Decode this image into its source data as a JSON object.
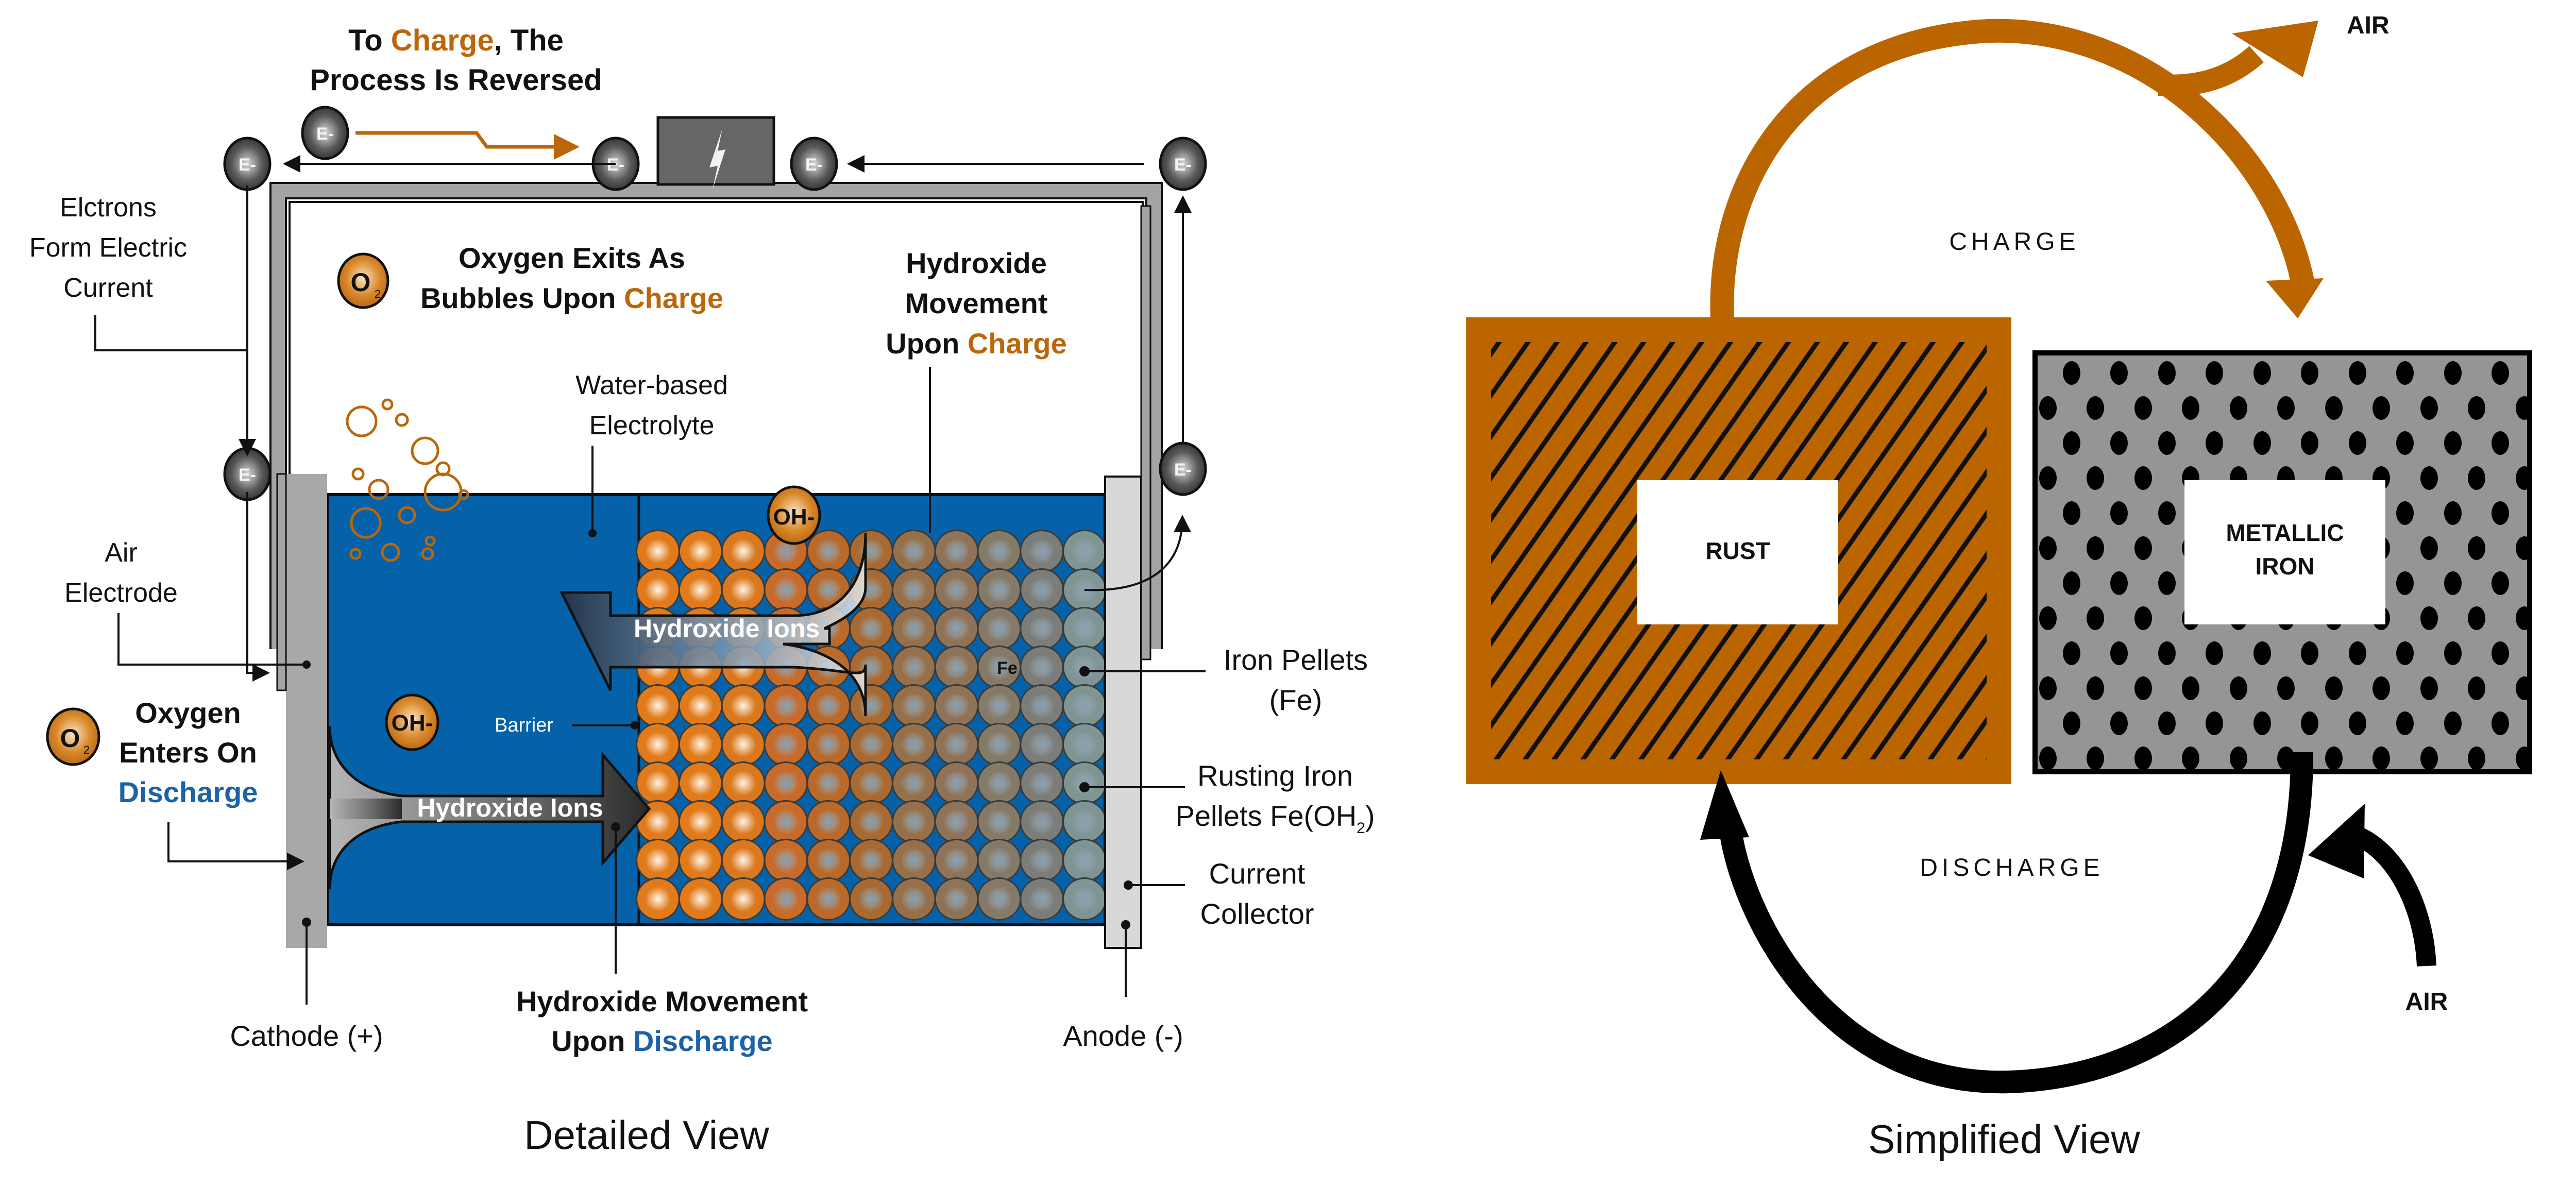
{
  "colors": {
    "charge": "#bb6608",
    "discharge": "#1c62a6",
    "electrolyte": "#0562a8",
    "rust": "#bb6500",
    "iron": "#959595",
    "electron": "#4a4a4a",
    "frame": "#a3a5a4",
    "power_source": "#666666"
  },
  "detailed": {
    "title": "Detailed View",
    "top_note": {
      "pre": "To ",
      "highlight": "Charge",
      "post": ", The",
      "line2": "Process Is Reversed"
    },
    "electron_label": "E-",
    "electrons_label": [
      "Elctrons",
      "Form Electric",
      "Current"
    ],
    "oxygen_exit": {
      "line1": "Oxygen Exits As",
      "line2_pre": "Bubbles Upon ",
      "line2_highlight": "Charge"
    },
    "o2_symbol": "O",
    "o2_sub": "2",
    "hydroxide_charge": {
      "line1": "Hydroxide",
      "line2": "Movement",
      "line3_pre": "Upon ",
      "line3_highlight": "Charge"
    },
    "electrolyte_label": [
      "Water-based",
      "Electrolyte"
    ],
    "air_electrode_label": [
      "Air",
      "Electrode"
    ],
    "oxygen_enters": {
      "line1": "Oxygen",
      "line2": "Enters On",
      "line3_highlight": "Discharge"
    },
    "oh_ion": "OH-",
    "barrier_label": "Barrier",
    "hydroxide_ions_label": "Hydroxide Ions",
    "fe_label": "Fe",
    "iron_pellets_label": [
      "Iron Pellets",
      "(Fe)"
    ],
    "rusting_label": {
      "line1": "Rusting Iron",
      "line2": "Pellets Fe(OH",
      "sub": "2",
      "close": ")"
    },
    "current_collector_label": [
      "Current",
      "Collector"
    ],
    "cathode_label": "Cathode (+)",
    "anode_label": "Anode (-)",
    "hydroxide_discharge": {
      "line1": "Hydroxide Movement",
      "line2_pre": "Upon ",
      "line2_highlight": "Discharge"
    },
    "pellet_grid": {
      "columns": 11,
      "rows": 10
    }
  },
  "simplified": {
    "title": "Simplified View",
    "charge_label": "CHARGE",
    "discharge_label": "DISCHARGE",
    "air_out_label": "AIR",
    "air_in_label": "AIR",
    "rust_label": "RUST",
    "iron_label": [
      "METALLIC",
      "IRON"
    ]
  }
}
